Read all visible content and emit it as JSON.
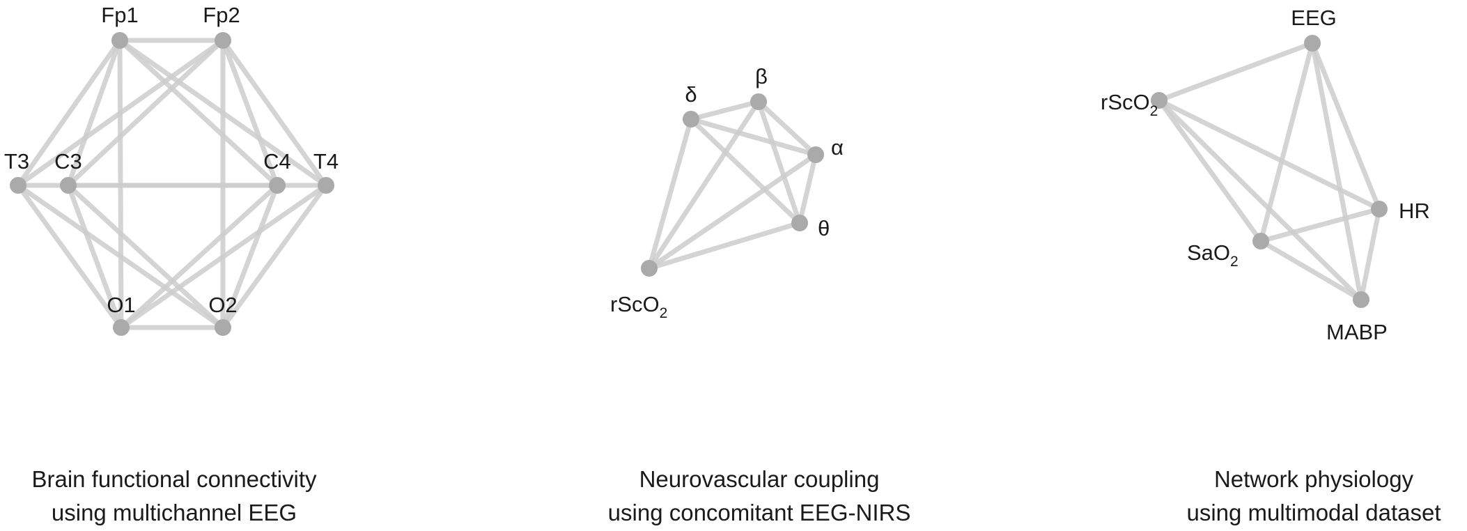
{
  "panels": [
    {
      "id": "eeg",
      "caption": {
        "line1": "Brain functional connectivity",
        "line2": "using multichannel EEG"
      },
      "nodes": [
        {
          "id": "Fp1",
          "label": "Fp1"
        },
        {
          "id": "Fp2",
          "label": "Fp2"
        },
        {
          "id": "T3",
          "label": "T3"
        },
        {
          "id": "C3",
          "label": "C3"
        },
        {
          "id": "C4",
          "label": "C4"
        },
        {
          "id": "T4",
          "label": "T4"
        },
        {
          "id": "O1",
          "label": "O1"
        },
        {
          "id": "O2",
          "label": "O2"
        }
      ],
      "edges": [
        [
          "Fp1",
          "Fp2"
        ],
        [
          "Fp1",
          "T3"
        ],
        [
          "Fp1",
          "C3"
        ],
        [
          "Fp1",
          "O1"
        ],
        [
          "Fp1",
          "C4"
        ],
        [
          "Fp1",
          "T4"
        ],
        [
          "Fp2",
          "T3"
        ],
        [
          "Fp2",
          "C3"
        ],
        [
          "Fp2",
          "O2"
        ],
        [
          "Fp2",
          "C4"
        ],
        [
          "Fp2",
          "T4"
        ],
        [
          "T3",
          "T4"
        ],
        [
          "T3",
          "O1"
        ],
        [
          "T3",
          "O2"
        ],
        [
          "C3",
          "C4"
        ],
        [
          "C3",
          "O1"
        ],
        [
          "C3",
          "O2"
        ],
        [
          "C4",
          "O1"
        ],
        [
          "C4",
          "O2"
        ],
        [
          "T4",
          "O1"
        ],
        [
          "T4",
          "O2"
        ],
        [
          "O1",
          "O2"
        ]
      ]
    },
    {
      "id": "nvc",
      "caption": {
        "line1": "Neurovascular coupling",
        "line2": "using concomitant EEG-NIRS"
      },
      "nodes": [
        {
          "id": "delta",
          "label": "δ"
        },
        {
          "id": "beta",
          "label": "β"
        },
        {
          "id": "alpha",
          "label": "α"
        },
        {
          "id": "theta",
          "label": "θ"
        },
        {
          "id": "rsco2",
          "label": "rScO",
          "subscript": "2"
        }
      ],
      "edges": [
        [
          "delta",
          "beta"
        ],
        [
          "delta",
          "alpha"
        ],
        [
          "delta",
          "theta"
        ],
        [
          "delta",
          "rsco2"
        ],
        [
          "beta",
          "alpha"
        ],
        [
          "beta",
          "theta"
        ],
        [
          "beta",
          "rsco2"
        ],
        [
          "alpha",
          "theta"
        ],
        [
          "alpha",
          "rsco2"
        ],
        [
          "theta",
          "rsco2"
        ]
      ]
    },
    {
      "id": "netphys",
      "caption": {
        "line1": "Network physiology",
        "line2": "using multimodal dataset"
      },
      "nodes": [
        {
          "id": "EEG",
          "label": "EEG"
        },
        {
          "id": "rsco2",
          "label": "rScO",
          "subscript": "2"
        },
        {
          "id": "HR",
          "label": "HR"
        },
        {
          "id": "sao2",
          "label": "SaO",
          "subscript": "2"
        },
        {
          "id": "MABP",
          "label": "MABP"
        }
      ],
      "edges": [
        [
          "EEG",
          "rsco2"
        ],
        [
          "EEG",
          "HR"
        ],
        [
          "EEG",
          "sao2"
        ],
        [
          "EEG",
          "MABP"
        ],
        [
          "rsco2",
          "HR"
        ],
        [
          "rsco2",
          "sao2"
        ],
        [
          "rsco2",
          "MABP"
        ],
        [
          "HR",
          "sao2"
        ],
        [
          "HR",
          "MABP"
        ],
        [
          "sao2",
          "MABP"
        ]
      ]
    }
  ]
}
